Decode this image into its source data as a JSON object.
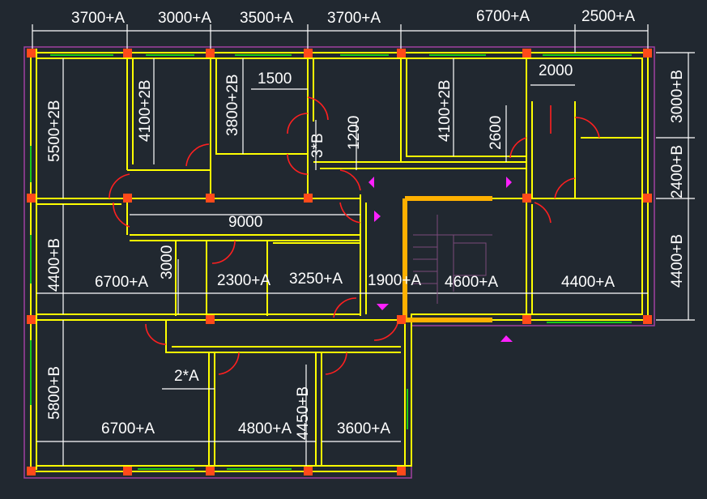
{
  "title": "Floor plan CAD drawing",
  "dimensions": {
    "top": [
      "3700+A",
      "3000+A",
      "3500+A",
      "3700+A",
      "6700+A",
      "2500+A"
    ],
    "right": [
      "3000+B",
      "2400+B",
      "4400+B"
    ],
    "left": [
      "5500+2B",
      "4400+B",
      "5800+B"
    ],
    "inner": {
      "d4100a": "4100+2B",
      "d3800": "3800+2B",
      "d1500": "1500",
      "d3b": "3*B",
      "d1200": "1200",
      "d4100b": "4100+2B",
      "d2600": "2600",
      "d2000": "2000",
      "d9000": "9000",
      "d6700a": "6700+A",
      "d3000": "3000",
      "d2300": "2300+A",
      "d3250": "3250+A",
      "d1900": "1900+A",
      "d4600": "4600+A",
      "d4400": "4400+A",
      "d2a": "2*A",
      "d6700b": "6700+A",
      "d4800": "4800+A",
      "d4450": "4450+B",
      "d3600": "3600+A"
    }
  },
  "colors": {
    "background": "#212830",
    "wall": "#ffff00",
    "dimension": "#ffffff",
    "door": "#ff2020",
    "column": "#ff4a1a",
    "window": "#19c919",
    "stair": "#ffb000",
    "marker": "#ff20ff"
  }
}
